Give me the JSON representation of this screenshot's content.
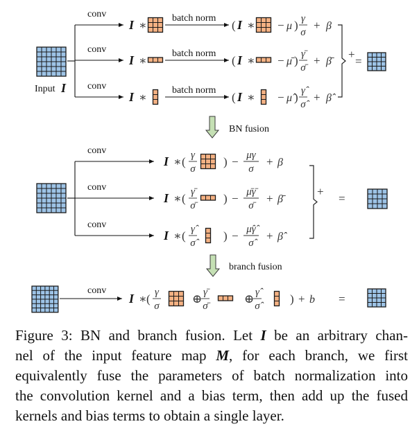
{
  "figure": {
    "colors": {
      "input_fill": "#9dc3e6",
      "kernel_fill": "#f4b183",
      "grid_stroke": "#1a1a1a",
      "arrow_fill": "#c5e0b4",
      "arrow_stroke": "#3a3a3a",
      "line": "#111111"
    },
    "stage1": {
      "input_label": "Input",
      "input_symbol": "I",
      "branches": [
        {
          "conv_label": "conv",
          "bn_label": "batch norm",
          "kernel": "3x3",
          "mu": "μ",
          "gamma": "γ",
          "sigma": "σ",
          "beta": "β",
          "accent": "none"
        },
        {
          "conv_label": "conv",
          "bn_label": "batch norm",
          "kernel": "1x3",
          "mu": "μ̄",
          "gamma": "γ̄",
          "sigma": "σ̄",
          "beta": "β̄",
          "accent": "bar"
        },
        {
          "conv_label": "conv",
          "bn_label": "batch norm",
          "kernel": "3x1",
          "mu": "μ̂",
          "gamma": "γ̂",
          "sigma": "σ̂",
          "beta": "β̂",
          "accent": "hat"
        }
      ],
      "sum_symbol": "+",
      "equals_symbol": "="
    },
    "transition1": {
      "label": "BN fusion"
    },
    "stage2": {
      "branches": [
        {
          "conv_label": "conv",
          "kernel": "3x3",
          "gamma": "γ",
          "sigma": "σ",
          "mugamma": "μγ",
          "beta": "β"
        },
        {
          "conv_label": "conv",
          "kernel": "1x3",
          "gamma": "γ̄",
          "sigma": "σ̄",
          "mugamma": "μ̄γ̄",
          "beta": "β̄"
        },
        {
          "conv_label": "conv",
          "kernel": "3x1",
          "gamma": "γ̂",
          "sigma": "σ̂",
          "mugamma": "μ̂γ̂",
          "beta": "β̂"
        }
      ],
      "sum_symbol": "+",
      "equals_symbol": "="
    },
    "transition2": {
      "label": "branch fusion"
    },
    "stage3": {
      "conv_label": "conv",
      "terms": [
        {
          "gamma": "γ",
          "sigma": "σ",
          "kernel": "3x3"
        },
        {
          "gamma": "γ̄",
          "sigma": "σ̄",
          "kernel": "1x3"
        },
        {
          "gamma": "γ̂",
          "sigma": "σ̂",
          "kernel": "3x1"
        }
      ],
      "oplus": "⊕",
      "bias": "b",
      "equals_symbol": "="
    },
    "common": {
      "I": "I",
      "star": "∗",
      "minus": "−",
      "plus": "+",
      "lparen": "(",
      "rparen": ")"
    }
  },
  "caption": {
    "lines": [
      [
        "Figure 3: BN and branch fusion. Let ",
        "I",
        " be an arbitrary chan-"
      ],
      [
        "nel of the input feature map ",
        "M",
        ", for each branch, we first"
      ],
      [
        "equivalently fuse the parameters of batch normalization into"
      ],
      [
        "the convolution kernel and a bias term, then add up the fused"
      ],
      [
        "kernels and bias terms to obtain a single layer."
      ]
    ]
  }
}
